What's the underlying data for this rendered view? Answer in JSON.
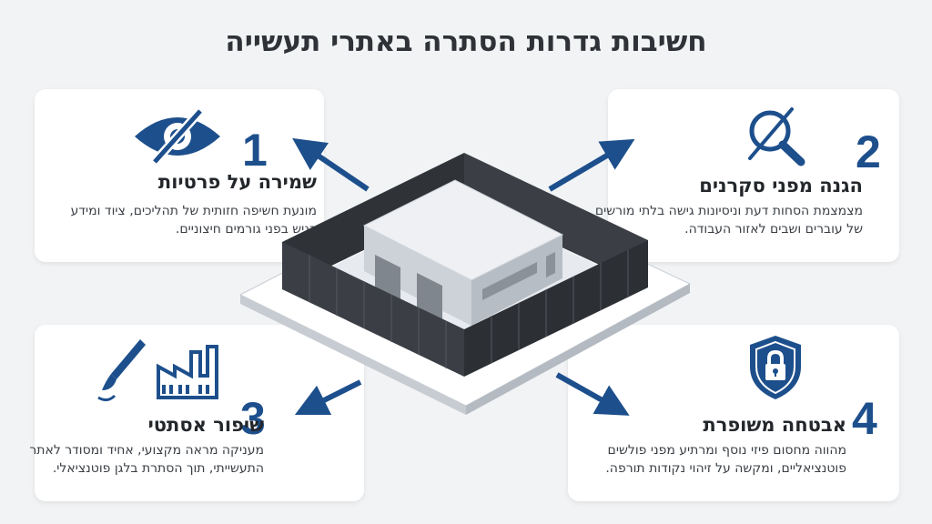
{
  "title": "חשיבות גדרות הסתרה באתרי תעשייה",
  "colors": {
    "accent": "#1d4f8c",
    "background": "#f1f3f5",
    "card": "#ffffff",
    "fence": "#3b3f45",
    "building": "#e3e6ea"
  },
  "cards": [
    {
      "number": "1",
      "title": "שמירה על פרטיות",
      "description": "מונעת חשיפה חזותית של תהליכים, ציוד ומידע רגיש בפני גורמים חיצוניים.",
      "icon": "eye-slash-icon"
    },
    {
      "number": "2",
      "title": "הגנה מפני סקרנים",
      "description": "מצמצמת הסחות דעת וניסיונות גישה בלתי מורשים של עוברים ושבים לאזור העבודה.",
      "icon": "magnifier-slash-icon"
    },
    {
      "number": "3",
      "title": "שיפור אסתטי",
      "description": "מעניקה מראה מקצועי, אחיד ומסודר לאתר התעשייתי, תוך הסתרת בלגן פוטנציאלי.",
      "icon": "paintbrush-factory-icon"
    },
    {
      "number": "4",
      "title": "אבטחה משופרת",
      "description": "מהווה מחסום פיזי נוסף ומרתיע מפני פולשים פוטנציאליים, ומקשה על זיהוי נקודות תורפה.",
      "icon": "shield-lock-icon"
    }
  ]
}
